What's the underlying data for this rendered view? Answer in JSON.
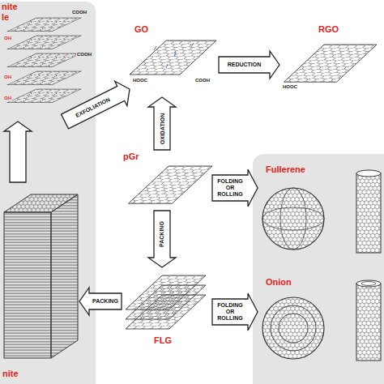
{
  "diagram": {
    "nodes": [
      {
        "text": [
          "nite",
          "le"
        ]
      },
      {
        "text": [
          "GO"
        ]
      },
      {
        "text": [
          "RGO"
        ]
      },
      {
        "text": [
          "pGr"
        ]
      },
      {
        "text": [
          "FLG"
        ]
      },
      {
        "text": [
          "nite"
        ]
      },
      {
        "text": [
          "Fullerene"
        ]
      },
      {
        "text": [
          "Onion"
        ]
      }
    ],
    "edges": [
      {
        "from": 5,
        "to": 0,
        "arrow": "to"
      },
      {
        "from": 0,
        "to": 1,
        "label": "EXFOLIATION",
        "arrow": "to"
      },
      {
        "from": 3,
        "to": 1,
        "label": "OXIDATION",
        "arrow": "to"
      },
      {
        "from": 1,
        "to": 2,
        "label": "REDUCTION",
        "arrow": "to"
      },
      {
        "from": 3,
        "to": 4,
        "label": "PACKING",
        "arrow": "to"
      },
      {
        "from": 4,
        "to": 5,
        "label": "PACKING",
        "arrow": "to"
      },
      {
        "from": 3,
        "to": 6,
        "label": "FOLDING OR ROLLING",
        "arrow": "to"
      },
      {
        "from": 4,
        "to": 7,
        "label": "FOLDING OR ROLLING",
        "arrow": "to"
      }
    ],
    "labels": [
      "COOH",
      "OH",
      "COOH",
      "OH",
      "OH",
      "COOH",
      "HOOC",
      "HOOC"
    ]
  }
}
